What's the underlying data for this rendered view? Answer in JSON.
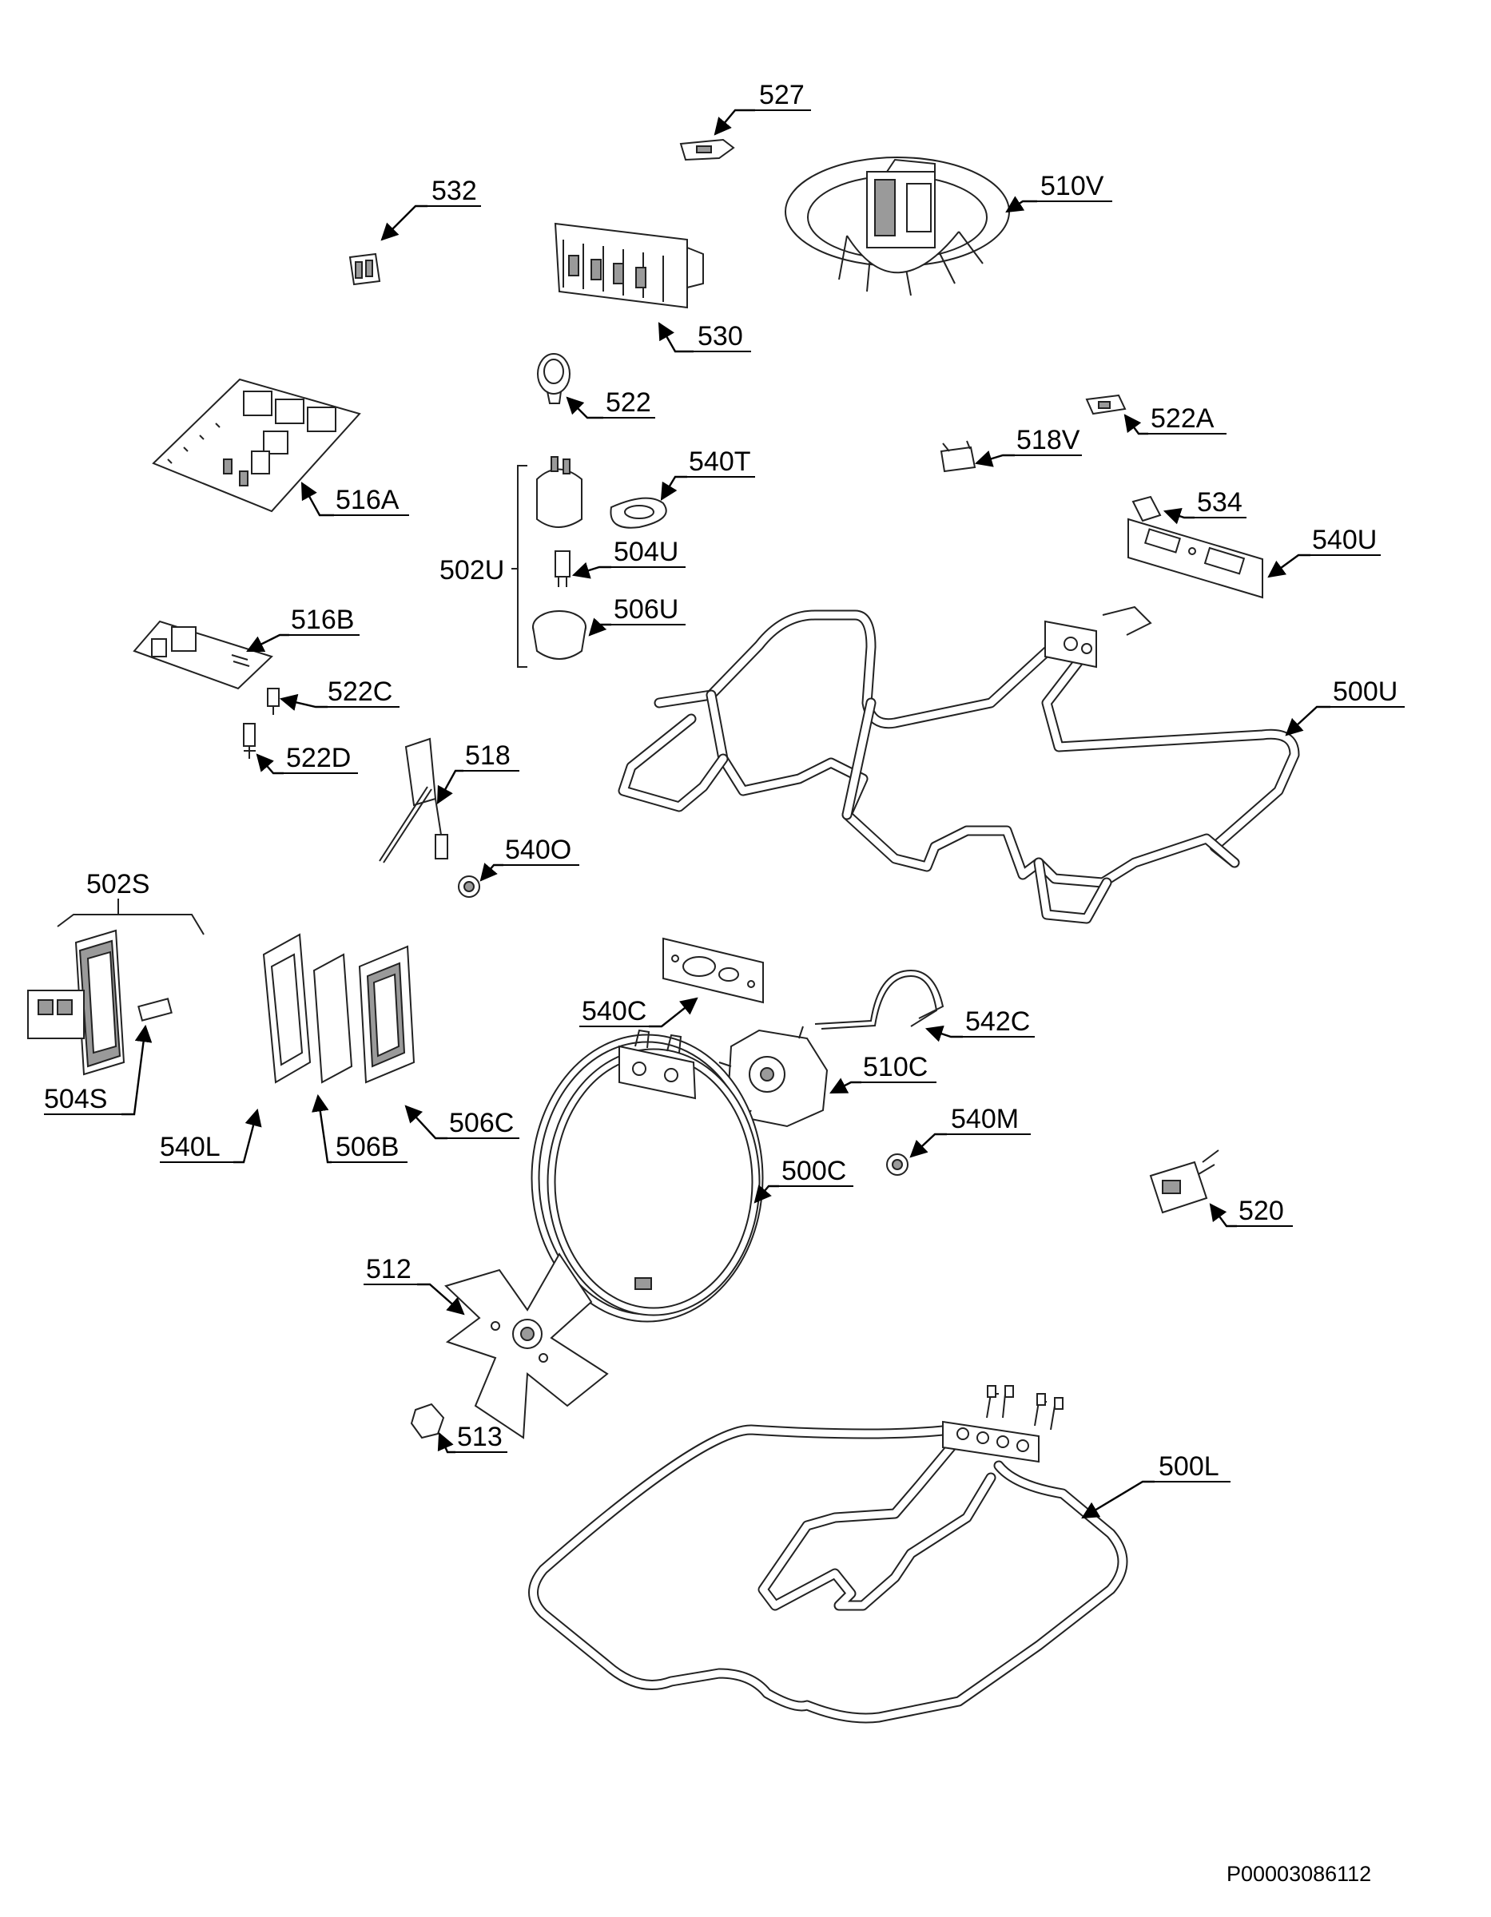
{
  "drawing_code": "P00003086112",
  "labels": {
    "p527": "527",
    "p510V": "510V",
    "p532": "532",
    "p530": "530",
    "p522": "522",
    "p522A": "522A",
    "p518V": "518V",
    "p540T": "540T",
    "p516A": "516A",
    "p534": "534",
    "p502U": "502U",
    "p504U": "504U",
    "p540U": "540U",
    "p506U": "506U",
    "p516B": "516B",
    "p522C": "522C",
    "p500U": "500U",
    "p522D": "522D",
    "p518": "518",
    "p540O": "540O",
    "p502S": "502S",
    "p540C": "540C",
    "p542C": "542C",
    "p510C": "510C",
    "p504S": "504S",
    "p506C": "506C",
    "p540M": "540M",
    "p540L": "540L",
    "p506B": "506B",
    "p500C": "500C",
    "p520": "520",
    "p512": "512",
    "p513": "513",
    "p500L": "500L"
  }
}
